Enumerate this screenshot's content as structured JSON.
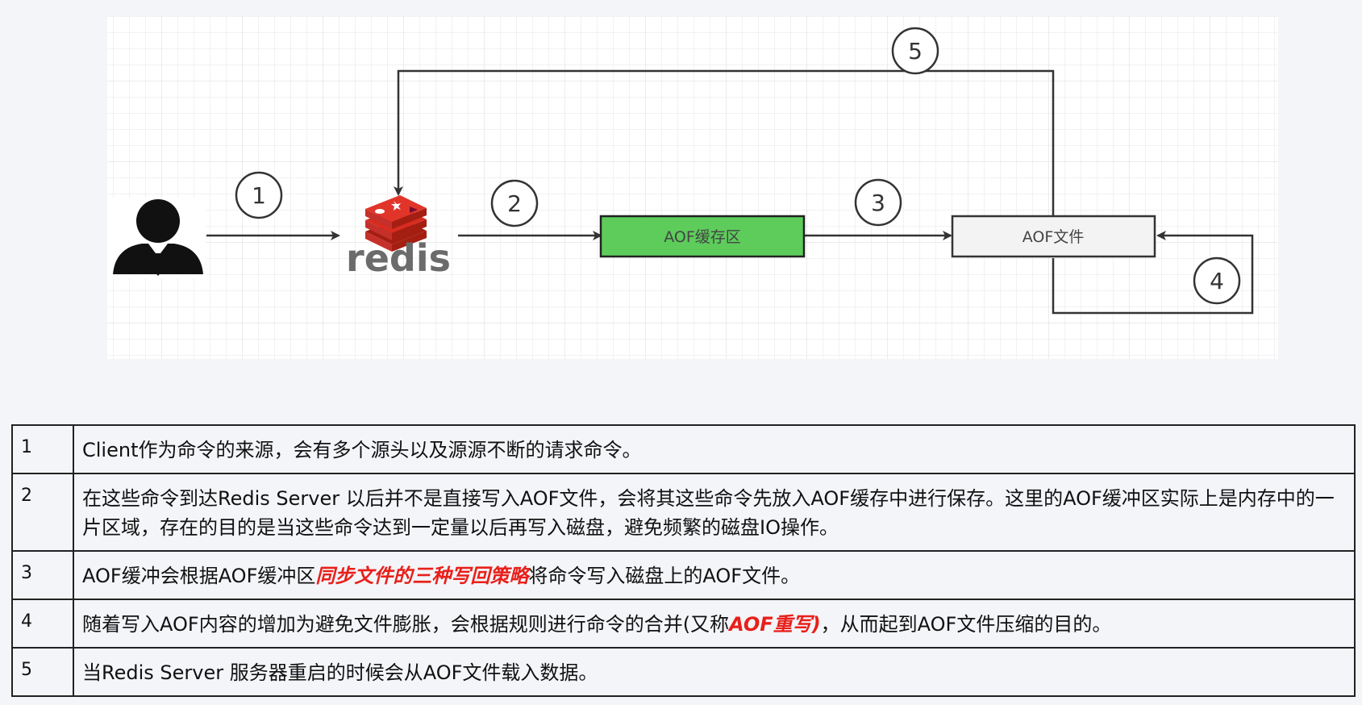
{
  "diagram": {
    "buffer_label": "AOF缓存区",
    "file_label": "AOF文件",
    "redis_word": "redis",
    "steps": [
      "1",
      "2",
      "3",
      "4",
      "5"
    ]
  },
  "colors": {
    "buffer_fill": "#5dcc5b",
    "file_fill": "#f3f3f3",
    "line": "#333333",
    "emphasis": "#e8201a"
  },
  "icons": [
    "user-suit-icon",
    "redis-logo-icon"
  ],
  "rows": [
    {
      "num": "1",
      "text_a": "Client作为命令的来源，会有多个源头以及源源不断的请求命令。",
      "emph": "",
      "text_b": ""
    },
    {
      "num": "2",
      "text_a": "在这些命令到达Redis Server 以后并不是直接写入AOF文件，会将其这些命令先放入AOF缓存中进行保存。这里的AOF缓冲区实际上是内存中的一片区域，存在的目的是当这些命令达到一定量以后再写入磁盘，避免频繁的磁盘IO操作。",
      "emph": "",
      "text_b": ""
    },
    {
      "num": "3",
      "text_a": "AOF缓冲会根据AOF缓冲区",
      "emph": "同步文件的三种写回策略",
      "text_b": "将命令写入磁盘上的AOF文件。"
    },
    {
      "num": "4",
      "text_a": "随着写入AOF内容的增加为避免文件膨胀，会根据规则进行命令的合并(又称",
      "emph": "AOF重写)",
      "text_b": "，从而起到AOF文件压缩的目的。"
    },
    {
      "num": "5",
      "text_a": "当Redis Server 服务器重启的时候会从AOF文件载入数据。",
      "emph": "",
      "text_b": ""
    }
  ]
}
